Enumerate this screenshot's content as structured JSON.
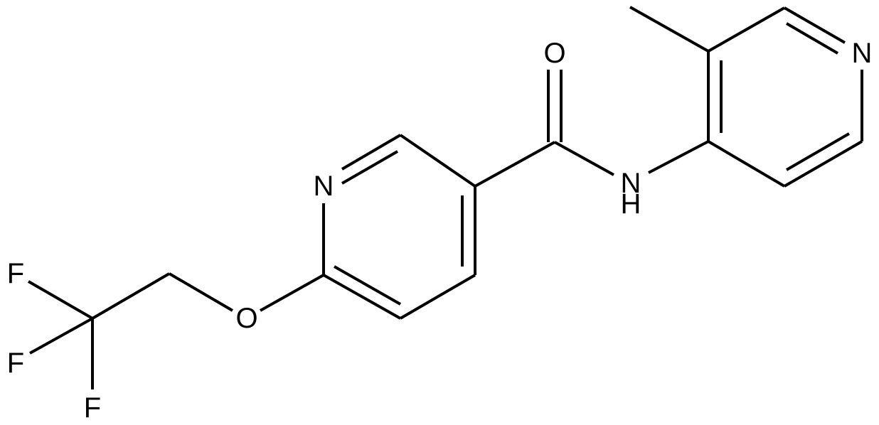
{
  "molecule": {
    "atoms": {
      "n_nicotin": "N",
      "o_carbonyl": "O",
      "n_amide": "N",
      "h_amide": "H",
      "n_pyridine": "N",
      "o_ether": "O",
      "f_1": "F",
      "f_2": "F",
      "f_3": "F"
    },
    "colors": {
      "bond": "#000000",
      "label": "#000000",
      "background": "#ffffff"
    }
  }
}
